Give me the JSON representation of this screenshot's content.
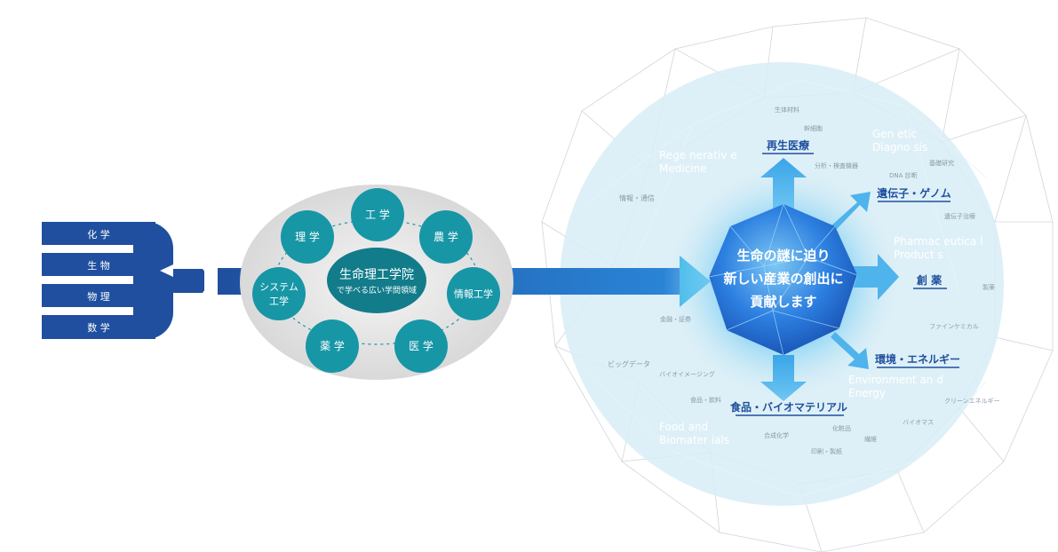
{
  "colors": {
    "navy": "#1f4f9e",
    "teal": "#1796a6",
    "tealDark": "#127c8a",
    "arrowBlue": "#2a86d8",
    "sphere": "#d8edf6",
    "gemBlue": "#2c7fe0",
    "keyword": "#8a98a8",
    "englishLabel": "#ffffff"
  },
  "disciplines": [
    "化 学",
    "生 物",
    "物 理",
    "数 学"
  ],
  "center": {
    "title": "生命理工学院",
    "subtitle": "で学べる広い学問領域"
  },
  "fields": {
    "engineering": "工 学",
    "science": "理 学",
    "agriculture": "農 学",
    "systems_line1": "システム",
    "systems_line2": "工学",
    "info": "情報工学",
    "pharmacy": "薬 学",
    "medicine": "医 学"
  },
  "gem": {
    "line1": "生命の謎に迫り",
    "line2": "新しい産業の創出に",
    "line3": "貢献します"
  },
  "outcomes": {
    "regen": "再生医療",
    "genome": "遺伝子・ゲノム",
    "drug": "創 薬",
    "env": "環境・エネルギー",
    "food": "食品・バイオマテリアル"
  },
  "english": {
    "regen_1": "Rege nerativ e",
    "regen_2": "Medicine",
    "genetic_1": "Gen etic",
    "genetic_2": "Diagno sis",
    "pharma_1": "Pharmac eutica l",
    "pharma_2": "Product s",
    "env_1": "Environment an d",
    "env_2": "Energy",
    "food_1": "Food and",
    "food_2": "Biomater ials"
  },
  "keywords": {
    "biomaterial": "生体材料",
    "stemcell": "幹細胞",
    "analysis": "分析・検査機器",
    "dna": "DNA 診断",
    "basicresearch": "基礎研究",
    "genetherapy": "遺伝子治療",
    "info": "情報・通信",
    "pharmaceutical": "製薬",
    "finechem": "ファインケミカル",
    "finance": "金融・証券",
    "bigdata": "ビッグデータ",
    "bioimaging": "バイオイメージング",
    "cleanenergy": "クリーンエネルギー",
    "food": "食品・飲料",
    "biomass": "バイオマス",
    "cosmetics": "化粧品",
    "fiber": "繊維",
    "synthchem": "合成化学",
    "printing": "印刷・製紙"
  }
}
